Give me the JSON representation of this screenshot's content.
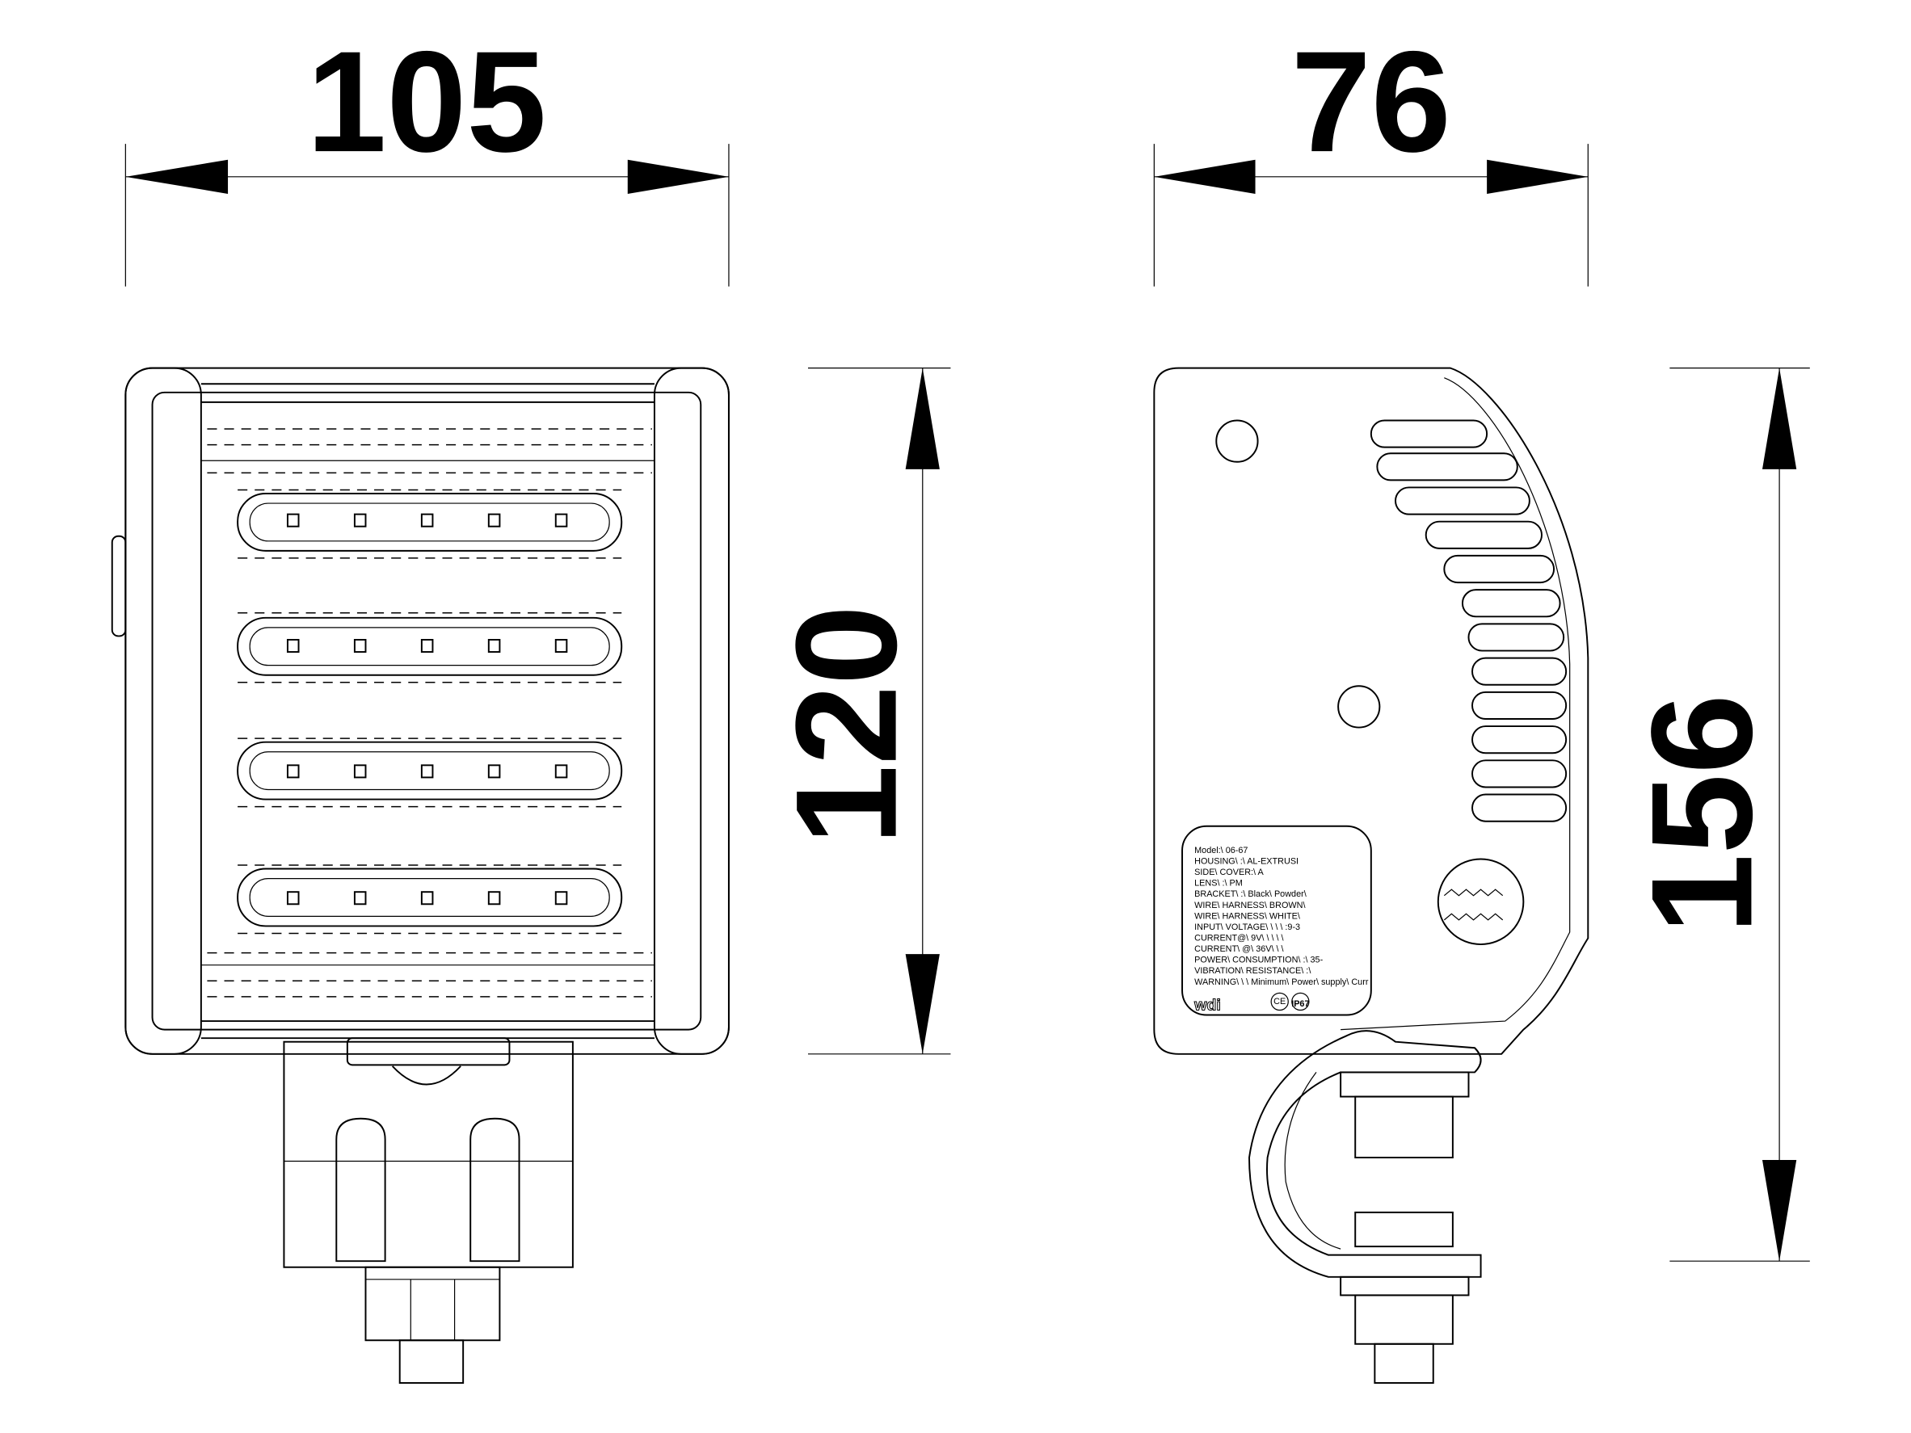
{
  "dimensions": {
    "front_width": "105",
    "side_depth": "76",
    "front_height": "120",
    "side_height": "156"
  },
  "label": {
    "lines": [
      "Model:\\ 06-67",
      "HOUSING\\ :\\ AL-EXTRUSI",
      "SIDE\\ COVER:\\ A",
      "LENS\\ :\\ PM",
      "BRACKET\\ :\\ Black\\ Powder\\",
      "WIRE\\ HARNESS\\ BROWN\\",
      "WIRE\\ HARNESS\\ WHITE\\",
      "INPUT\\ VOLTAGE\\ \\ \\ \\ :9-3",
      "CURRENT@\\ 9V\\ \\ \\ \\ \\",
      "CURRENT\\ @\\ 36V\\ \\ \\",
      "POWER\\ CONSUMPTION\\ :\\ 35-",
      "VIBRATION\\ RESISTANCE\\ :\\",
      "WARNING\\ \\ \\ Minimum\\ Power\\ supply\\ Curr"
    ],
    "brand_logo": "wdi",
    "ce_mark": "CE",
    "ip_rating": "IP67"
  }
}
